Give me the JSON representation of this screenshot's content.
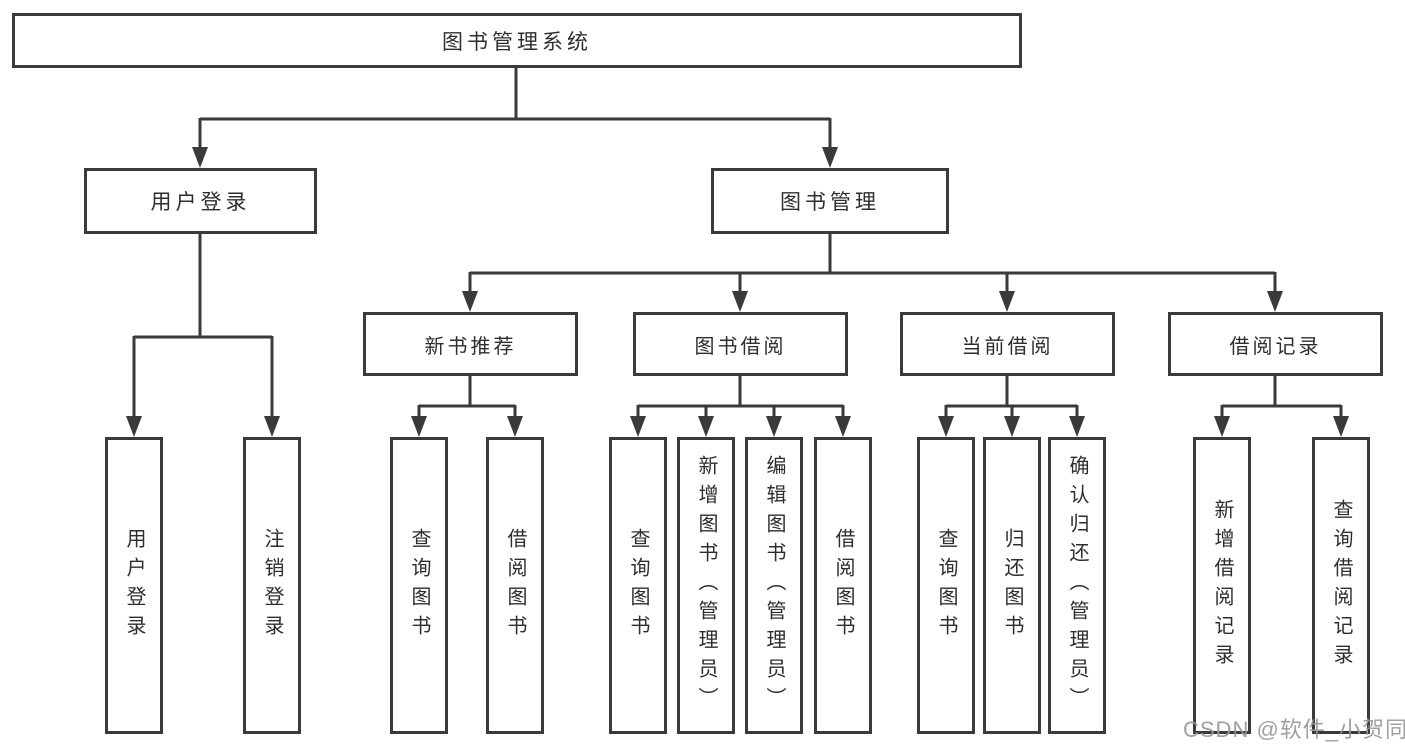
{
  "diagram": {
    "root": {
      "label": "图书管理系统"
    },
    "branches": [
      {
        "label": "用户登录",
        "children": [
          "用户登录",
          "注销登录"
        ]
      },
      {
        "label": "图书管理",
        "groups": [
          {
            "label": "新书推荐",
            "children": [
              "查询图书",
              "借阅图书"
            ]
          },
          {
            "label": "图书借阅",
            "children": [
              "查询图书",
              "新增图书（管理员）",
              "编辑图书（管理员）",
              "借阅图书"
            ]
          },
          {
            "label": "当前借阅",
            "children": [
              "查询图书",
              "归还图书",
              "确认归还（管理员）"
            ]
          },
          {
            "label": "借阅记录",
            "children": [
              "新增借阅记录",
              "查询借阅记录"
            ]
          }
        ]
      }
    ],
    "watermark": "CSDN @软件_小贺同学",
    "colors": {
      "line": "#3a3a3a",
      "box_border": "#3a3a3a",
      "text": "#2e2e2e",
      "watermark": "#989898",
      "background": "#ffffff"
    }
  }
}
